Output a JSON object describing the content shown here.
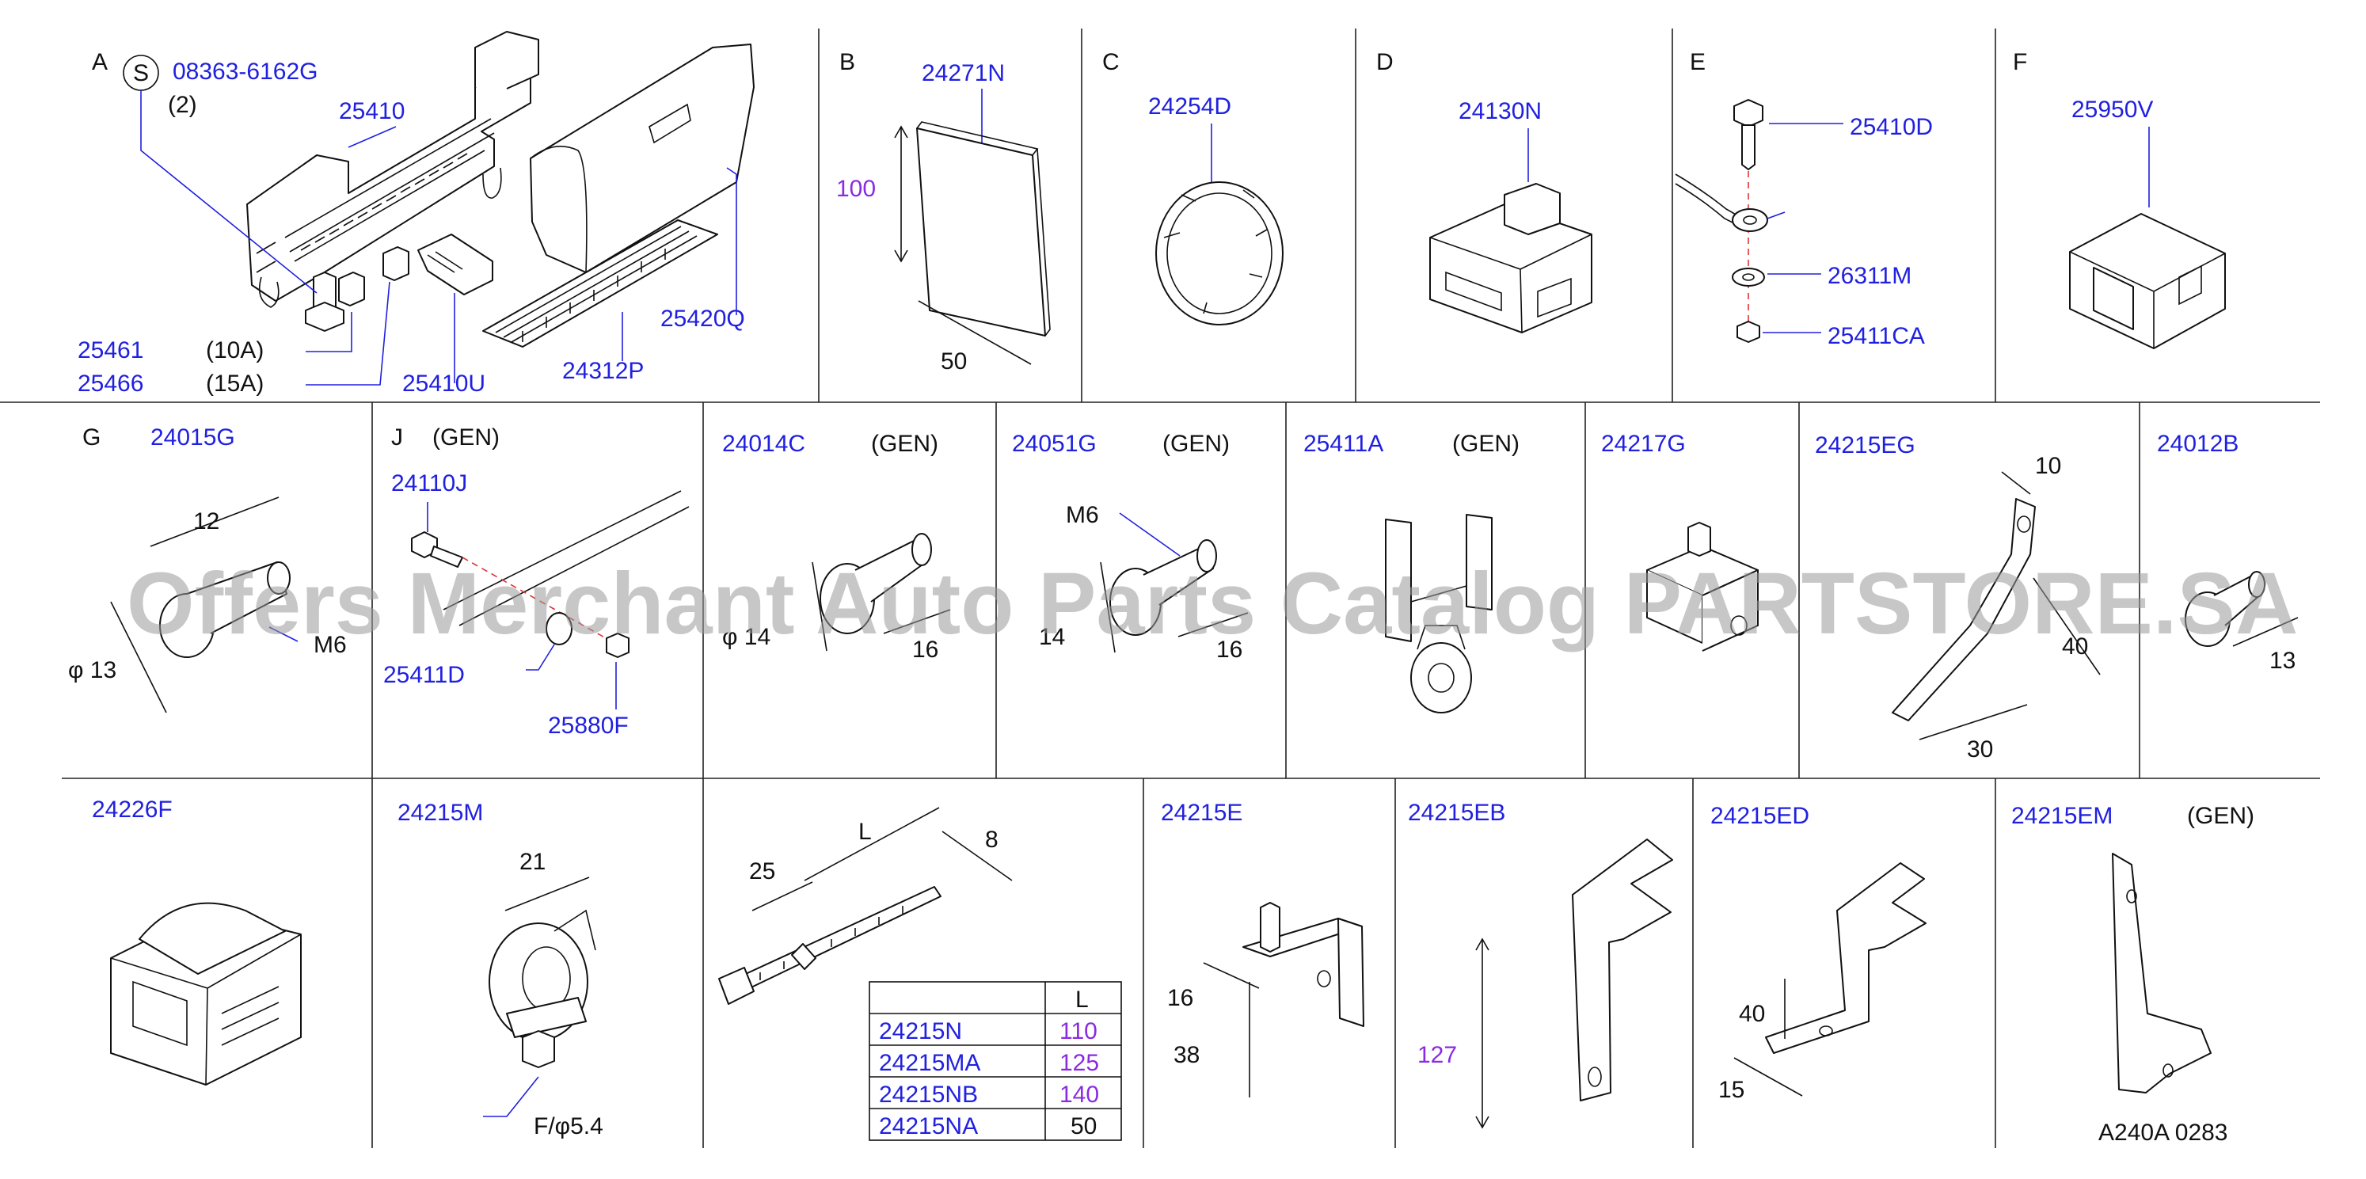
{
  "watermark": "Offers Merchant Auto Parts Catalog PARTSTORE.SA",
  "footer_code": "A240A  0283",
  "colors": {
    "part_number": "#2020e0",
    "dimension": "#8a2be2",
    "text": "#111111"
  },
  "cells": {
    "A": {
      "letter": "A",
      "s_mark": "S",
      "bolt_pn": "08363-6162G",
      "bolt_qty": "(2)",
      "block_pn": "25410",
      "cover_pn": "25420Q",
      "fuse_a_pn": "25461",
      "fuse_a_rating": "(10A)",
      "fuse_b_pn": "25466",
      "fuse_b_rating": "(15A)",
      "puller_pn": "25410U",
      "label_pn": "24312P"
    },
    "B": {
      "letter": "B",
      "pn": "24271N",
      "dim_h": "100",
      "dim_w": "50"
    },
    "C": {
      "letter": "C",
      "pn": "24254D"
    },
    "D": {
      "letter": "D",
      "pn": "24130N"
    },
    "E": {
      "letter": "E",
      "bolt_pn": "25410D",
      "washer_pn": "26311M",
      "nut_pn": "25411CA"
    },
    "F": {
      "letter": "F",
      "pn": "25950V"
    },
    "G": {
      "letter": "G",
      "pn": "24015G",
      "dim_len": "12",
      "dim_dia": "φ 13",
      "thread": "M6"
    },
    "J": {
      "letter": "J",
      "gen": "(GEN)",
      "bolt_pn": "24110J",
      "washer_pn": "25411D",
      "nut_pn": "25880F"
    },
    "C14": {
      "pn": "24014C",
      "gen": "(GEN)",
      "dim_dia": "φ 14",
      "dim_len": "16"
    },
    "G51": {
      "pn": "24051G",
      "gen": "(GEN)",
      "thread": "M6",
      "dim_dia": "14",
      "dim_len": "16"
    },
    "A11": {
      "pn": "25411A",
      "gen": "(GEN)"
    },
    "G17": {
      "pn": "24217G"
    },
    "EG": {
      "pn": "24215EG",
      "dim_top": "10",
      "dim_side": "40",
      "dim_bottom": "30"
    },
    "B12": {
      "pn": "24012B",
      "dim": "13"
    },
    "F26": {
      "pn": "24226F"
    },
    "M15": {
      "pn": "24215M",
      "dim": "21",
      "hole": "F/φ5.4"
    },
    "TIE": {
      "dim_l": "L",
      "dim_25": "25",
      "dim_8": "8",
      "table": {
        "header": [
          "",
          "L"
        ],
        "rows": [
          [
            "24215N",
            "110"
          ],
          [
            "24215MA",
            "125"
          ],
          [
            "24215NB",
            "140"
          ],
          [
            "24215NA",
            "50"
          ]
        ]
      }
    },
    "E15": {
      "pn": "24215E",
      "dim_16": "16",
      "dim_38": "38"
    },
    "EB": {
      "pn": "24215EB",
      "dim": "127"
    },
    "ED": {
      "pn": "24215ED",
      "dim_40": "40",
      "dim_15": "15"
    },
    "EM": {
      "pn": "24215EM",
      "gen": "(GEN)"
    }
  }
}
